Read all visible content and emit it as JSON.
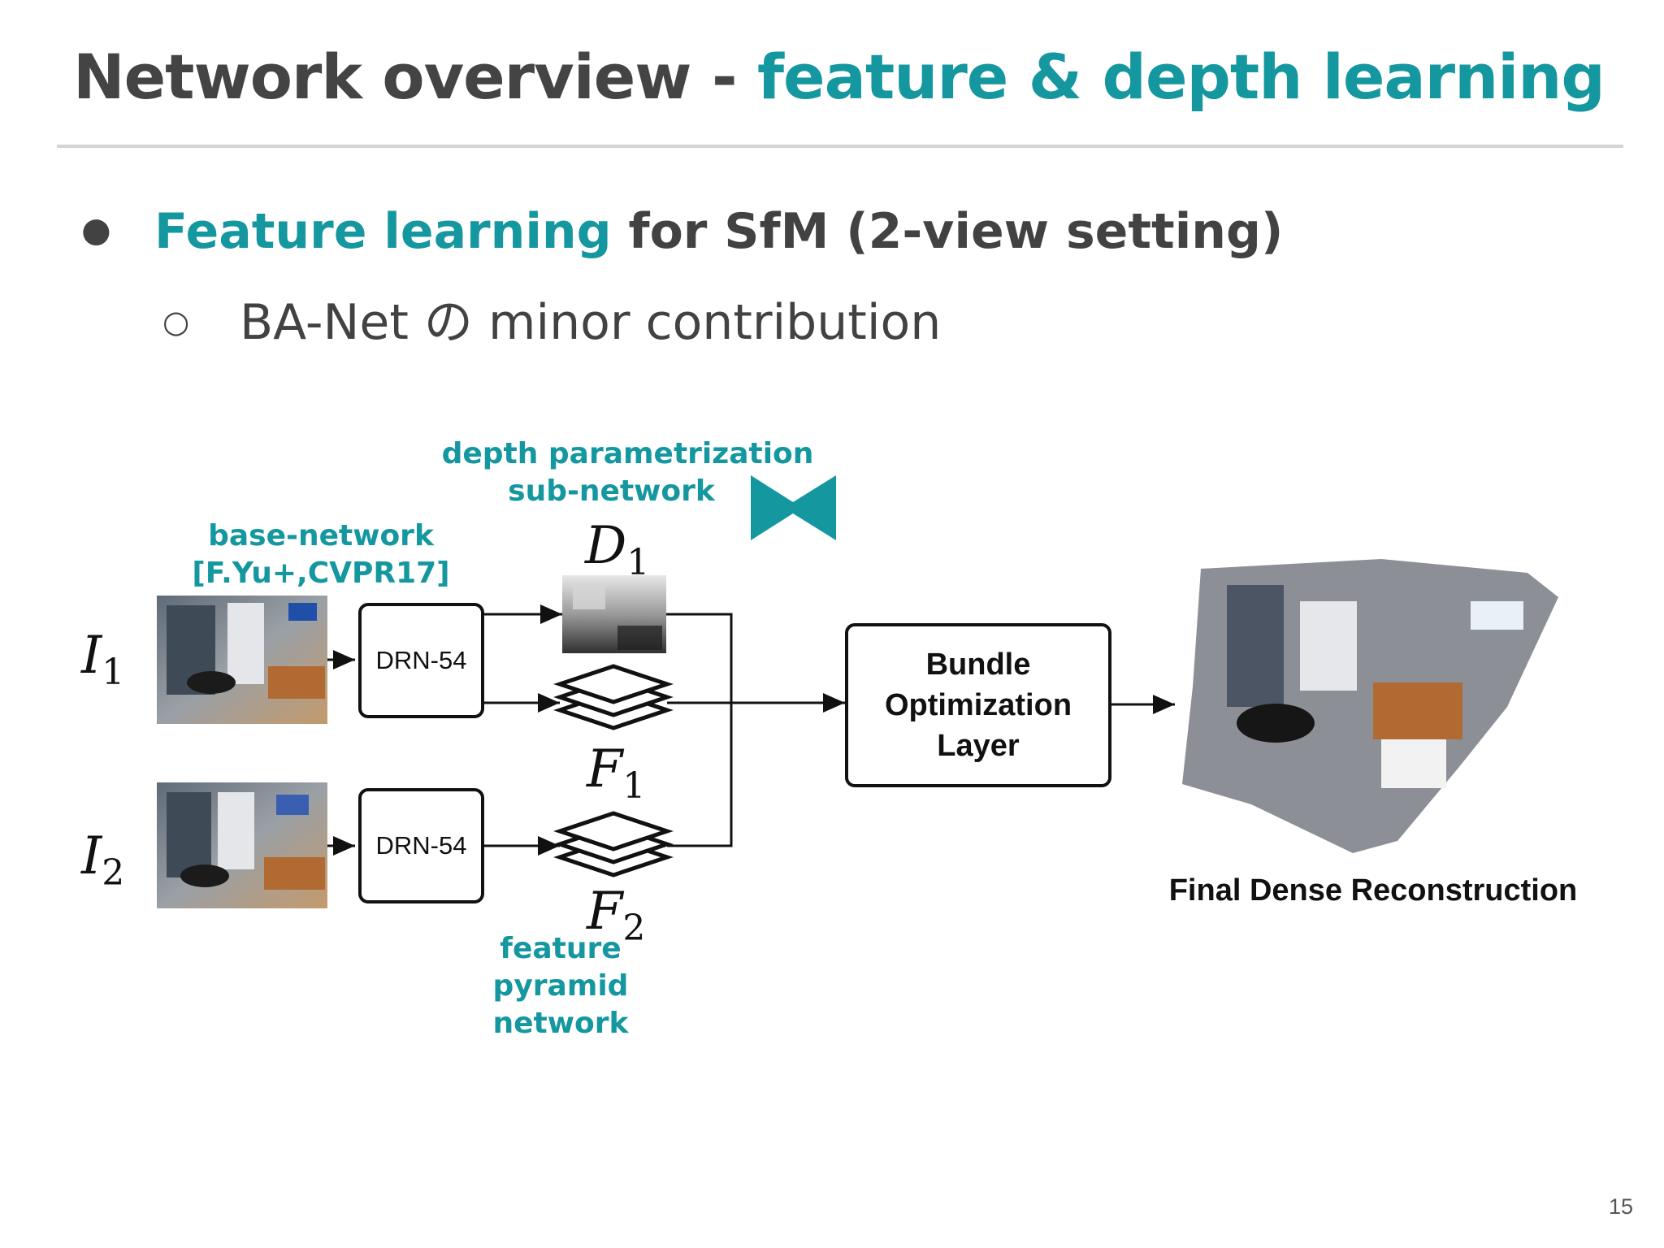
{
  "title": {
    "prefix": "Network overview - ",
    "accent": "feature & depth learning"
  },
  "bullets": {
    "level1_accent": "Feature learning",
    "level1_rest": " for SfM (2-view setting)",
    "level2": "BA-Net の minor contribution"
  },
  "diagram": {
    "depth_label_line1": "depth parametrization",
    "depth_label_line2": "sub-network",
    "base_label_line1": "base-network",
    "base_label_line2": "[F.Yu+,CVPR17]",
    "fpn_label_line1": "feature pyramid",
    "fpn_label_line2": "network",
    "image1_symbol": "I",
    "image1_sub": "1",
    "image2_symbol": "I",
    "image2_sub": "2",
    "depth_symbol": "D",
    "depth_sub": "1",
    "feat1_symbol": "F",
    "feat1_sub": "1",
    "feat2_symbol": "F",
    "feat2_sub": "2",
    "drn1": "DRN-54",
    "drn2": "DRN-54",
    "bundle_line1": "Bundle",
    "bundle_line2": "Optimization",
    "bundle_line3": "Layer",
    "final_label": "Final Dense Reconstruction"
  },
  "colors": {
    "accent": "#14979f",
    "text": "#444444",
    "diagram_stroke": "#111111"
  },
  "page_number": "15"
}
